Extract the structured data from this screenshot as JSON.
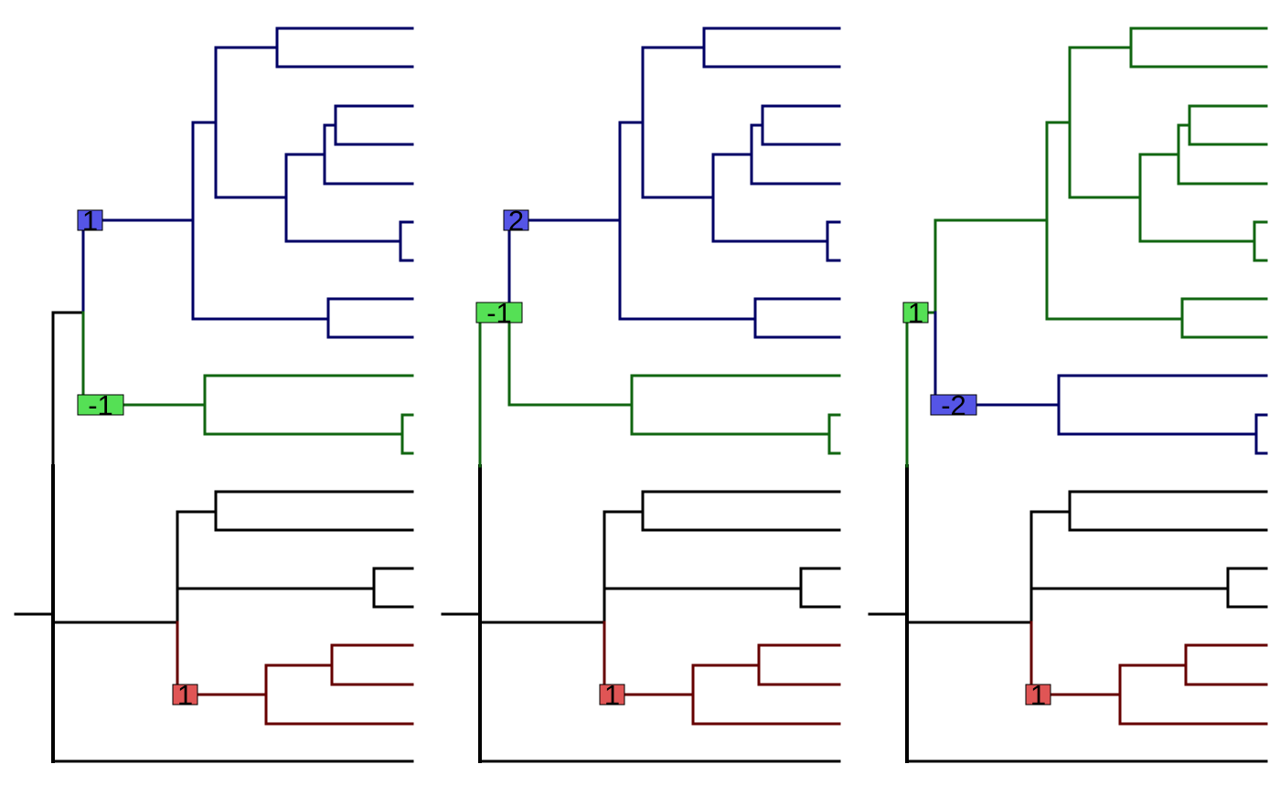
{
  "colors": {
    "black": "#000000",
    "navy": "#000066",
    "green": "#116611",
    "darkred": "#660000",
    "label_blue": "#5555e6",
    "label_green": "#55e055",
    "label_red": "#e05555"
  },
  "panels": [
    {
      "id": "panel-1",
      "labels": [
        {
          "text": "1",
          "fill": "label_blue"
        },
        {
          "text": "-1",
          "fill": "label_green"
        },
        {
          "text": "1",
          "fill": "label_red"
        }
      ]
    },
    {
      "id": "panel-2",
      "labels": [
        {
          "text": "2",
          "fill": "label_blue"
        },
        {
          "text": "-1",
          "fill": "label_green"
        },
        {
          "text": "1",
          "fill": "label_red"
        }
      ]
    },
    {
      "id": "panel-3",
      "labels": [
        {
          "text": "1",
          "fill": "label_green"
        },
        {
          "text": "-2",
          "fill": "label_blue"
        },
        {
          "text": "1",
          "fill": "label_red"
        }
      ]
    }
  ]
}
